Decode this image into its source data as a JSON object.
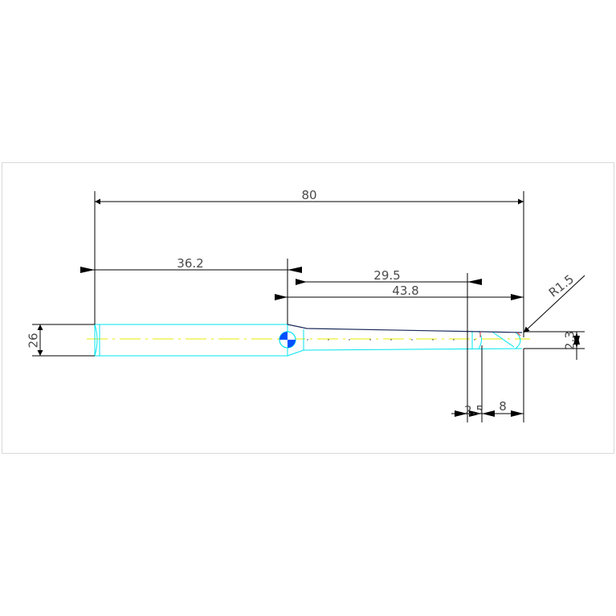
{
  "dimensions": {
    "overall_length": "80",
    "shank_length": "36.2",
    "taper_length": "29.5",
    "front_length": "43.8",
    "tip_radius": "R1.5",
    "shank_diameter": "26",
    "tip_diameter": "2.3",
    "step_a": "2.5",
    "step_b": "8"
  },
  "colors": {
    "frame": "#d8d8d8",
    "dimension": "#000000",
    "outline": "#00e5ee",
    "centerline": "#e8e800",
    "dark_outline": "#1a2a5a",
    "accent_red": "#ff2a2a",
    "text": "#4a4a4a"
  }
}
